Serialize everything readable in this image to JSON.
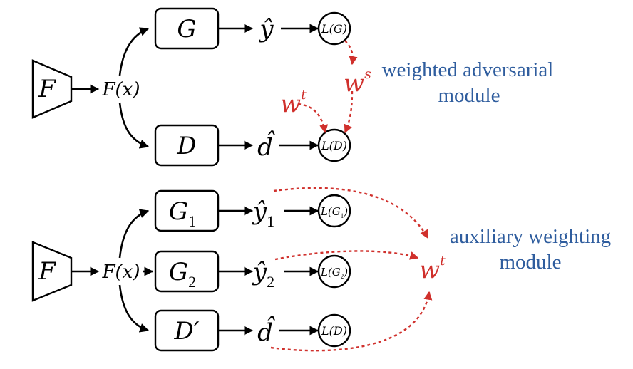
{
  "colors": {
    "line": "#000000",
    "accent_red": "#d0302c",
    "label_blue": "#2f5d9e"
  },
  "top": {
    "extractor": "F",
    "feature": "F(x)",
    "classifier": "G",
    "discriminator": "D",
    "y_hat": "ŷ",
    "d_hat": "d̂",
    "loss_g": "L(G)",
    "loss_d": "L(D)",
    "weight_source": "w",
    "weight_source_sup": "s",
    "weight_target": "w",
    "weight_target_sup": "t",
    "module_label_1": "weighted adversarial",
    "module_label_2": "module"
  },
  "bottom": {
    "extractor": "F",
    "feature": "F(x)",
    "classifier1": "G",
    "classifier1_sub": "1",
    "classifier2": "G",
    "classifier2_sub": "2",
    "discriminator": "D′",
    "y1_hat": "ŷ",
    "y1_sub": "1",
    "y2_hat": "ŷ",
    "y2_sub": "2",
    "d_hat": "d̂",
    "loss_g1": "L(G",
    "loss_g1_sub": "1",
    "loss_g2": "L(G",
    "loss_g2_sub": "2",
    "loss_close": ")",
    "loss_d": "L(D)",
    "weight": "w",
    "weight_sup": "t",
    "module_label_1": "auxiliary weighting",
    "module_label_2": "module"
  }
}
